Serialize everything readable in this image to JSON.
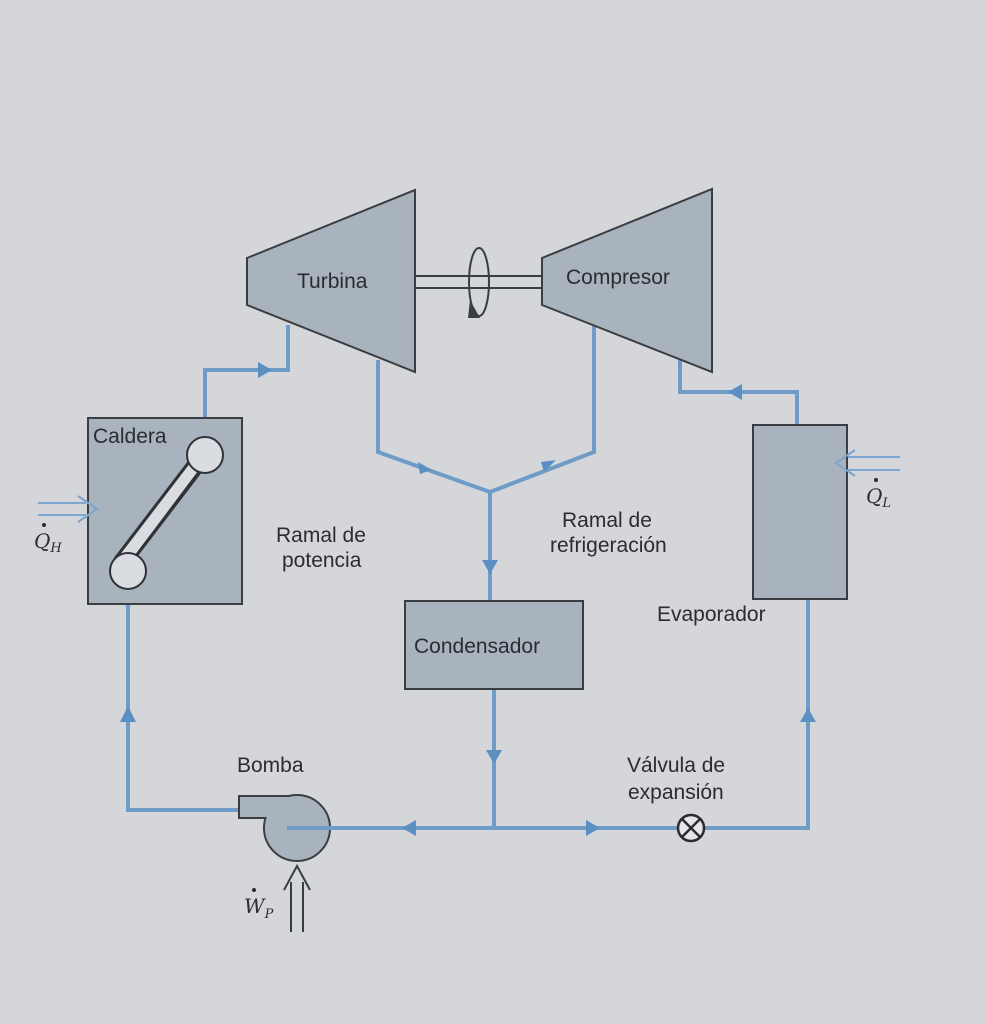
{
  "components": {
    "turbine": "Turbina",
    "compressor": "Compresor",
    "boiler": "Caldera",
    "condenser": "Condensador",
    "evaporator": "Evaporador",
    "pump": "Bomba",
    "expansion_valve": [
      "Válvula de",
      "expansión"
    ]
  },
  "branches": {
    "power": [
      "Ramal de",
      "potencia"
    ],
    "refrigeration": [
      "Ramal de",
      "refrigeración"
    ]
  },
  "symbols": {
    "heat_in": {
      "base": "Q",
      "sub": "H"
    },
    "heat_evap": {
      "base": "Q",
      "sub": "L"
    },
    "pump_work": {
      "base": "W",
      "sub": "P"
    }
  },
  "colors": {
    "pipe": "#6f9cc7",
    "component_fill": "#a9b3bd",
    "outline": "#3a3d42",
    "background": "#d4d6da"
  }
}
